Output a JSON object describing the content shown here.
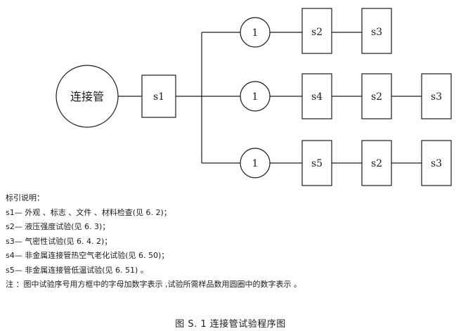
{
  "diagram": {
    "root_label": "连接管",
    "s1_label": "s1",
    "samples": [
      "1",
      "1",
      "1"
    ],
    "branches": [
      [
        "s2",
        "s3"
      ],
      [
        "s4",
        "s2",
        "s3"
      ],
      [
        "s5",
        "s2",
        "s3"
      ]
    ]
  },
  "legend": {
    "heading": "标引说明：",
    "items": [
      "s1— 外观 、标志 、文件 、材料检查(见 6. 2)；",
      "s2— 液压强度试验(见 6. 3)；",
      "s3— 气密性试验(见 6. 4. 2)；",
      "s4— 非金属连接管热空气老化试验(见 6. 50)；",
      "s5— 非金属连接管低温试验(见 6. 51) 。"
    ],
    "note": "注 ：图中试验序号用方框中的字母加数字表示 ,试验所需样品数用圆圈中的数字表示 。"
  },
  "caption": "图 S. 1   连接管试验程序图"
}
